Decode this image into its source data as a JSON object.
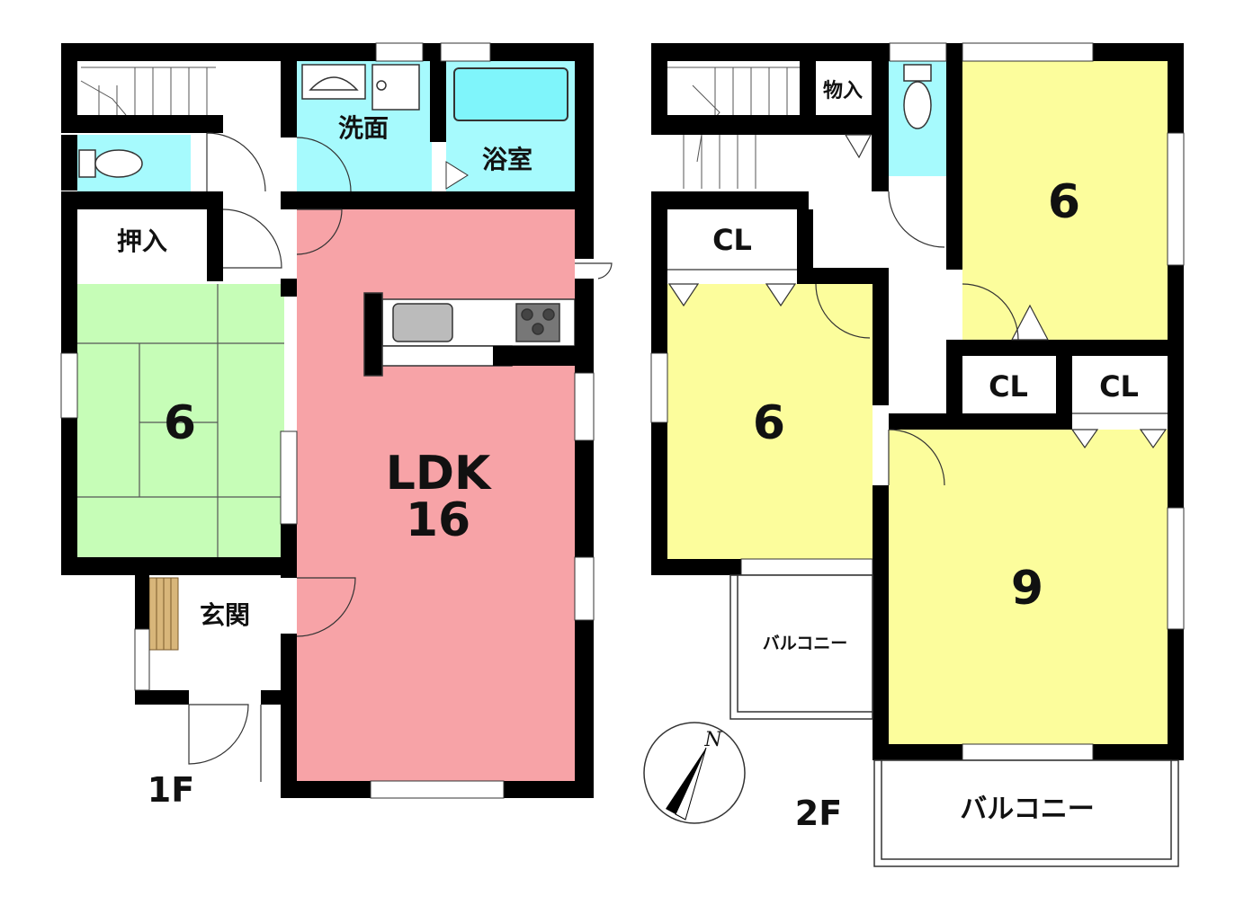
{
  "floor1": {
    "label": "1F",
    "rooms": {
      "washroom": "洗面",
      "bathroom": "浴室",
      "closet": "押入",
      "japanese_room": "6",
      "ldk_name": "LDK",
      "ldk_size": "16",
      "entrance": "玄関"
    }
  },
  "floor2": {
    "label": "2F",
    "rooms": {
      "storage": "物入",
      "closet_west": "CL",
      "bedroom_west": "6",
      "bedroom_northeast": "6",
      "closet_center": "CL",
      "closet_east": "CL",
      "bedroom_southeast": "9",
      "balcony_west": "バルコニー",
      "balcony_south": "バルコニー"
    }
  },
  "compass": {
    "north": "N"
  },
  "colors": {
    "wall": "#000000",
    "ldk": "#f7a3a7",
    "japanese_room": "#c6fdb7",
    "wet_area": "#a6fafd",
    "bedroom": "#fcfd9c",
    "bathtub": "#7ff5fb",
    "entrance_step": "#d8b67a"
  }
}
